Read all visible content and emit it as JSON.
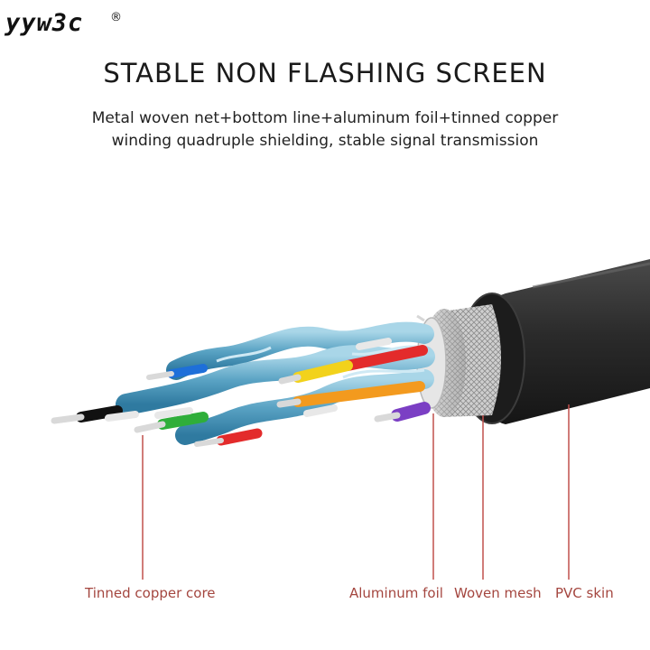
{
  "brand": {
    "name": "yyw3c",
    "registered_mark": "®"
  },
  "headline": "STABLE NON FLASHING SCREEN",
  "subtitle": {
    "line1": "Metal woven net+bottom line+aluminum foil+tinned copper",
    "line2": "winding quadruple shielding, stable signal transmission"
  },
  "labels": {
    "tinned_copper_core": "Tinned copper core",
    "aluminum_foil": "Aluminum foil",
    "woven_mesh": "Woven mesh",
    "pvc_skin": "PVC skin"
  },
  "colors": {
    "label_text": "#a4463f",
    "leader_line": "#c0504d",
    "pvc_jacket": "#2a2a2a",
    "twisted_pair_foil": "#6fb3cf",
    "wire_blue": "#1e6fd9",
    "wire_yellow": "#f2d21b",
    "wire_red": "#e32b2b",
    "wire_orange": "#f39a1e",
    "wire_green": "#2fae3a",
    "wire_purple": "#7b3fc4",
    "wire_black": "#111111"
  }
}
